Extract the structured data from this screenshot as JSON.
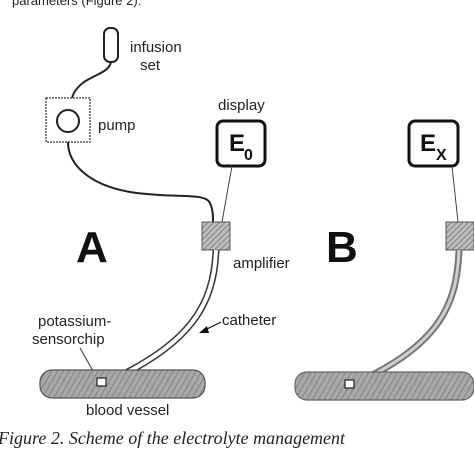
{
  "labels": {
    "infusion_set_line1": "infusion",
    "infusion_set_line2": "set",
    "pump": "pump",
    "display": "display",
    "amplifier": "amplifier",
    "catheter": "catheter",
    "sensor_line1": "potassium-",
    "sensor_line2": "sensorchip",
    "blood_vessel": "blood vessel"
  },
  "panel_a": {
    "letter": "A",
    "display_main": "E",
    "display_sub": "0"
  },
  "panel_b": {
    "letter": "B",
    "display_main": "E",
    "display_sub": "X"
  },
  "caption": "Figure 2. Scheme of the electrolyte management",
  "top_partial_text": "parameters (Figure 2):"
}
